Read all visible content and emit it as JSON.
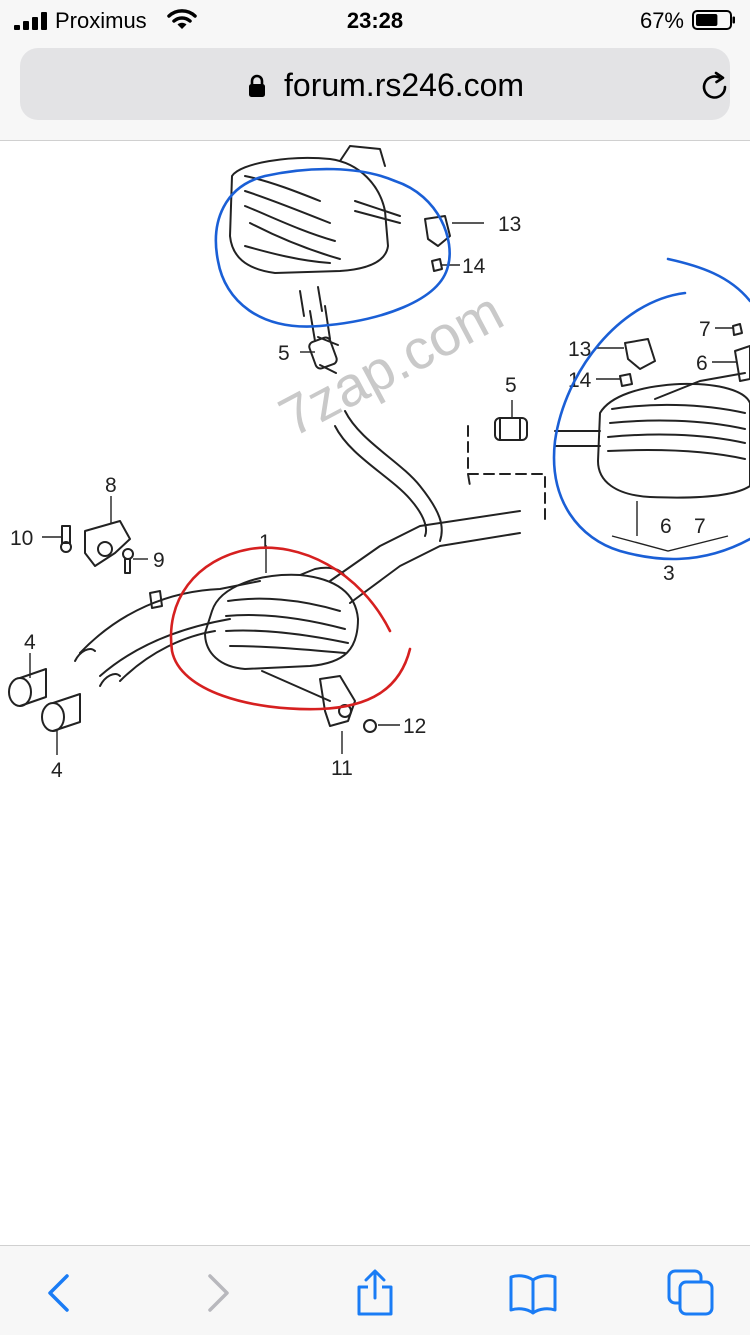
{
  "status_bar": {
    "carrier": "Proximus",
    "time": "23:28",
    "battery_percent": "67%",
    "battery_level": 0.67
  },
  "browser": {
    "url": "forum.rs246.com"
  },
  "diagram": {
    "watermark": "7zap.com",
    "callouts": {
      "n1": "1",
      "n3": "3",
      "n4a": "4",
      "n4b": "4",
      "n5a": "5",
      "n5b": "5",
      "n6": "6",
      "n7": "7",
      "n6b": "6",
      "n7b": "7",
      "n8": "8",
      "n9": "9",
      "n10": "10",
      "n11": "11",
      "n12": "12",
      "n13a": "13",
      "n13b": "13",
      "n14a": "14",
      "n14b": "14"
    },
    "annotation_colors": {
      "blue": "#1a5fd6",
      "red": "#d62020"
    }
  },
  "toolbar": {
    "icons": [
      "back-icon",
      "forward-icon",
      "share-icon",
      "bookmarks-icon",
      "tabs-icon"
    ],
    "accent_color": "#1a7cf5",
    "disabled_color": "#b8b8bd"
  }
}
